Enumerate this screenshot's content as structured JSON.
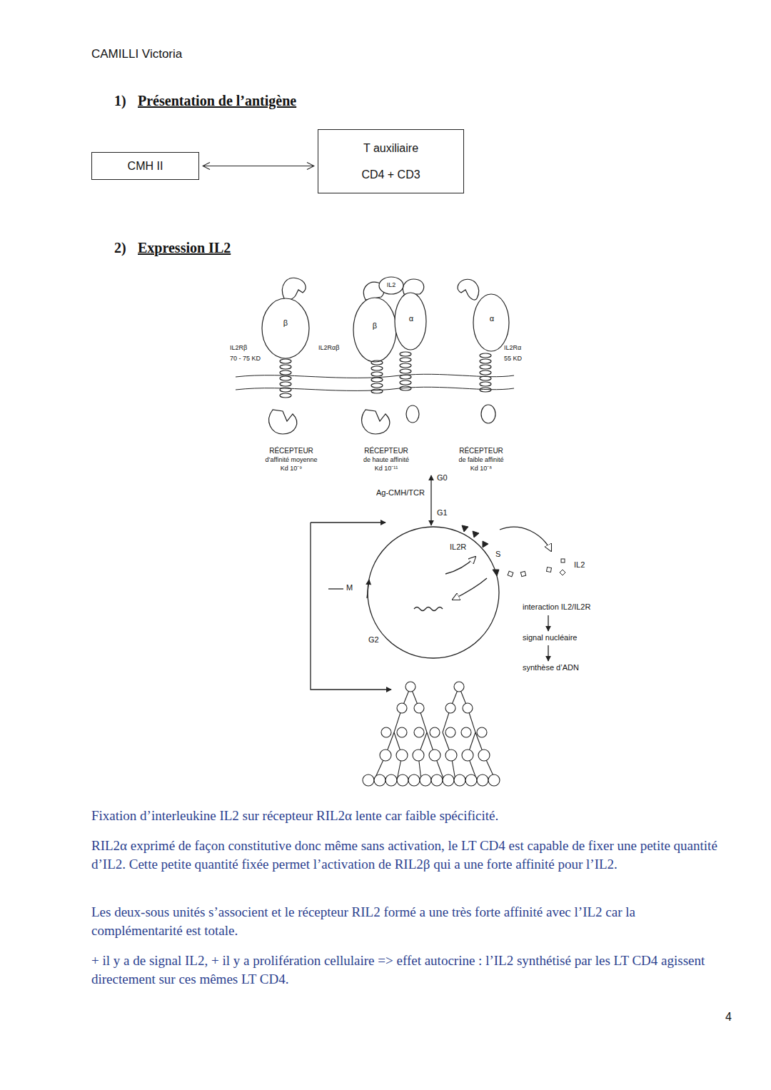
{
  "diagram": {
    "nodes": [
      {
        "text": [
          "CMH II"
        ]
      },
      {
        "text": [
          "T auxiliaire",
          "CD4 + CD3"
        ]
      }
    ],
    "edges": [
      {
        "from": 0,
        "to": 1,
        "arrow": "both"
      }
    ],
    "labels": [
      "CAMILLI Victoria",
      "1)",
      "Présentation de l’antigène",
      "2)",
      "Expression IL2",
      "β",
      "IL2Rβ",
      "70 - 75 KD",
      "IL2Rαβ",
      "IL2",
      "β",
      "α",
      "α",
      "IL2Rα",
      "55 KD",
      "RÉCEPTEUR",
      "d’affinité moyenne",
      "Kd 10⁻⁹",
      "RÉCEPTEUR",
      "de haute affinité",
      "Kd 10⁻¹¹",
      "RÉCEPTEUR",
      "de faible affinité",
      "Kd 10⁻⁸",
      "G0",
      "Ag-CMH/TCR",
      "G1",
      "IL2R",
      "S",
      "IL2",
      "M",
      "G2",
      "interaction IL2/IL2R",
      "signal nucléaire",
      "synthèse d’ADN",
      "Fixation d’interleukine IL2 sur récepteur RIL2α lente car faible spécificité.",
      "RIL2α exprimé de façon constitutive donc même sans activation, le LT CD4 est capable de fixer une petite quantité d’IL2. Cette petite quantité fixée permet l’activation de RIL2β qui a une forte affinité pour l’IL2.",
      "Les deux-sous unités s’associent et le récepteur RIL2 formé a une très forte affinité avec l’IL2 car la complémentarité est totale.",
      "+ il y a de signal IL2, + il y a prolifération cellulaire => effet autocrine : l’IL2 synthétisé par les LT CD4 agissent directement sur ces mêmes LT CD4.",
      "4"
    ]
  }
}
